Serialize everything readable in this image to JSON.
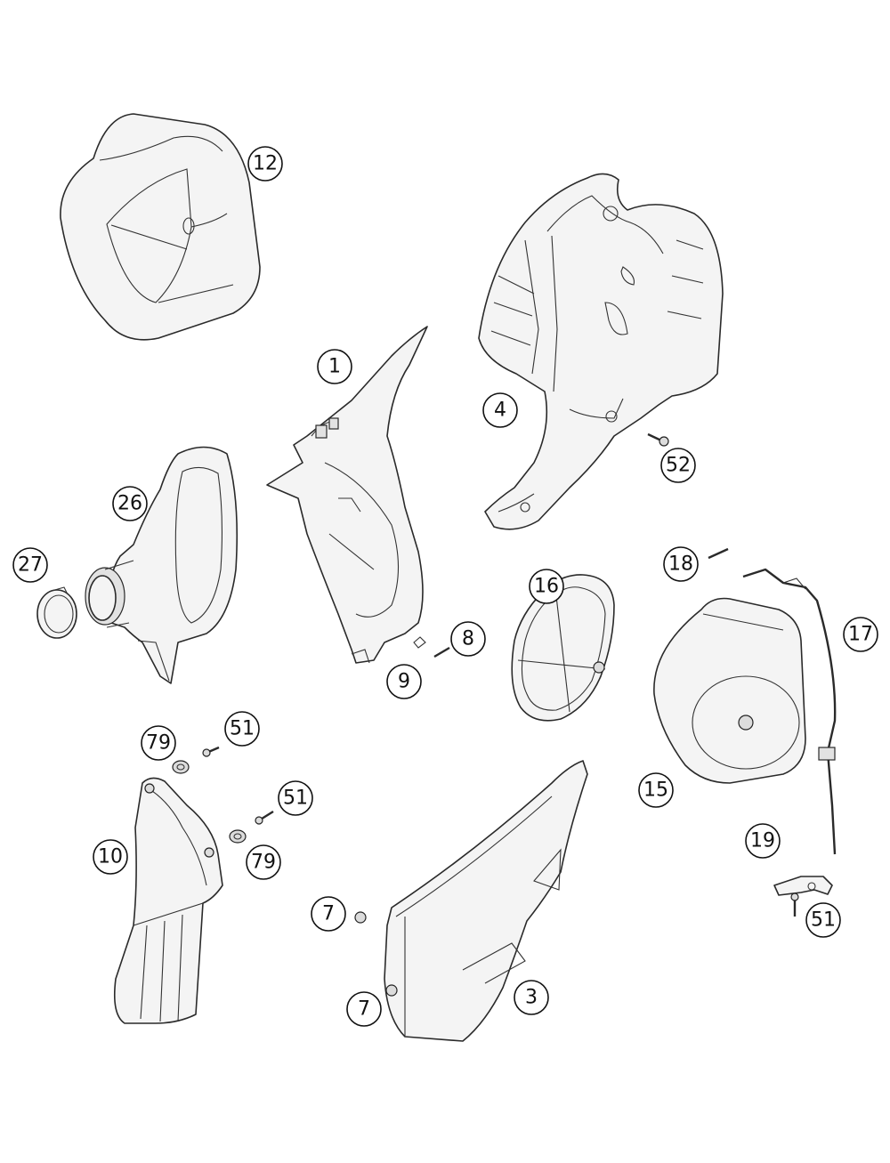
{
  "callouts": [
    {
      "id": "c-12",
      "label": "12"
    },
    {
      "id": "c-1",
      "label": "1"
    },
    {
      "id": "c-4",
      "label": "4"
    },
    {
      "id": "c-52",
      "label": "52"
    },
    {
      "id": "c-26",
      "label": "26"
    },
    {
      "id": "c-27",
      "label": "27"
    },
    {
      "id": "c-8",
      "label": "8"
    },
    {
      "id": "c-9",
      "label": "9"
    },
    {
      "id": "c-16",
      "label": "16"
    },
    {
      "id": "c-18",
      "label": "18"
    },
    {
      "id": "c-17",
      "label": "17"
    },
    {
      "id": "c-79a",
      "label": "79"
    },
    {
      "id": "c-51a",
      "label": "51"
    },
    {
      "id": "c-51b",
      "label": "51"
    },
    {
      "id": "c-10",
      "label": "10"
    },
    {
      "id": "c-79b",
      "label": "79"
    },
    {
      "id": "c-15",
      "label": "15"
    },
    {
      "id": "c-19",
      "label": "19"
    },
    {
      "id": "c-51c",
      "label": "51"
    },
    {
      "id": "c-7a",
      "label": "7"
    },
    {
      "id": "c-3",
      "label": "3"
    },
    {
      "id": "c-7b",
      "label": "7"
    }
  ]
}
